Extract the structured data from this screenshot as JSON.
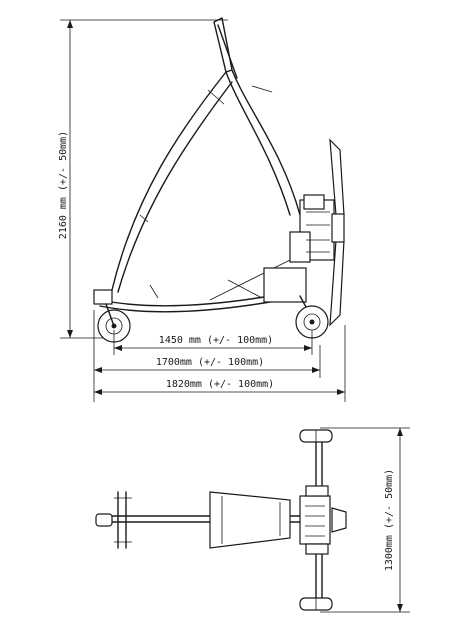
{
  "side_view": {
    "height_label": "2160 mm (+/- 50mm)",
    "wheelbase_label": "1450 mm (+/- 100mm)",
    "width_label_1": "1700mm (+/- 100mm)",
    "width_label_2": "1820mm (+/- 100mm)"
  },
  "top_view": {
    "track_label": "1300mm (+/- 50mm)"
  }
}
